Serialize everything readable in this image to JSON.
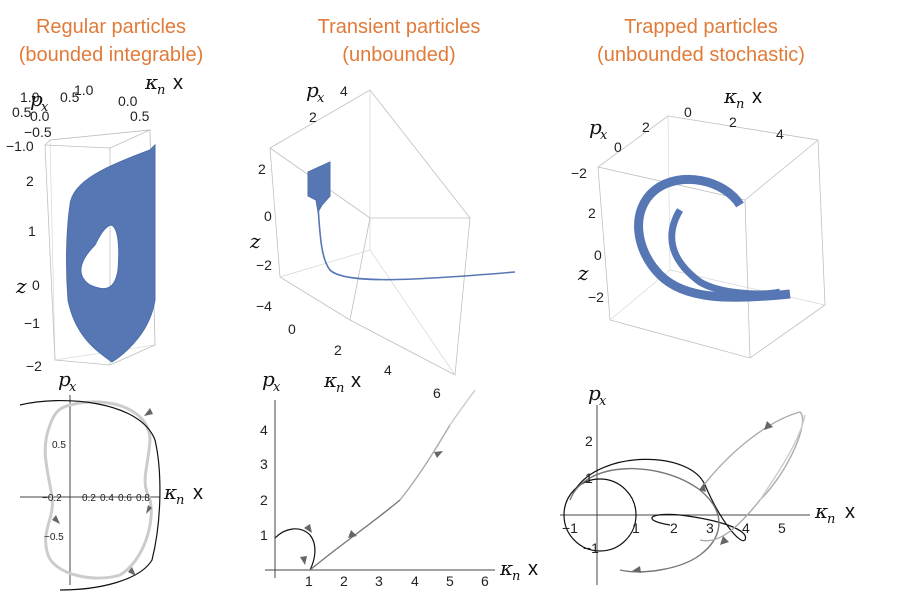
{
  "titles": {
    "regular": [
      "Regular particles",
      "(bounded integrable)"
    ],
    "transient": [
      "Transient particles",
      "(unbounded)"
    ],
    "trapped": [
      "Trapped particles",
      "(unbounded stochastic)"
    ]
  },
  "labels": {
    "px": "p",
    "px_sub": "x",
    "kn": "κ",
    "kn_sub": "n",
    "x": "x",
    "z": "z"
  },
  "panel1_3d": {
    "px_ticks": [
      "1.0",
      "0.5",
      "0.0",
      "−0.5",
      "−1.0"
    ],
    "kx_ticks": [
      "0.0",
      "0.5"
    ],
    "z_ticks": [
      "2",
      "1",
      "0",
      "−1",
      "−2"
    ]
  },
  "panel2_3d": {
    "px_ticks": [
      "4",
      "2"
    ],
    "z_ticks": [
      "2",
      "0",
      "−2",
      "−4"
    ],
    "kx_ticks": [
      "0",
      "2",
      "4",
      "6"
    ]
  },
  "panel3_3d": {
    "px_ticks": [
      "2",
      "0",
      "−2"
    ],
    "kx_ticks": [
      "0",
      "2",
      "4"
    ],
    "z_ticks": [
      "2",
      "0",
      "−2"
    ]
  },
  "panel1_2d": {
    "y_ticks": [
      "0.5",
      "−0.5"
    ],
    "x_ticks": [
      "−0.2",
      "0.2",
      "0.4",
      "0.6",
      "0.8"
    ]
  },
  "panel2_2d": {
    "y_ticks": [
      "4",
      "3",
      "2",
      "1"
    ],
    "x_ticks": [
      "1",
      "2",
      "3",
      "4",
      "5",
      "6"
    ]
  },
  "panel3_2d": {
    "y_ticks": [
      "2",
      "1",
      "−1"
    ],
    "x_ticks": [
      "−1",
      "1",
      "2",
      "3",
      "4",
      "5"
    ]
  },
  "colors": {
    "title": "#E07B39",
    "surface": "#5677B4"
  }
}
